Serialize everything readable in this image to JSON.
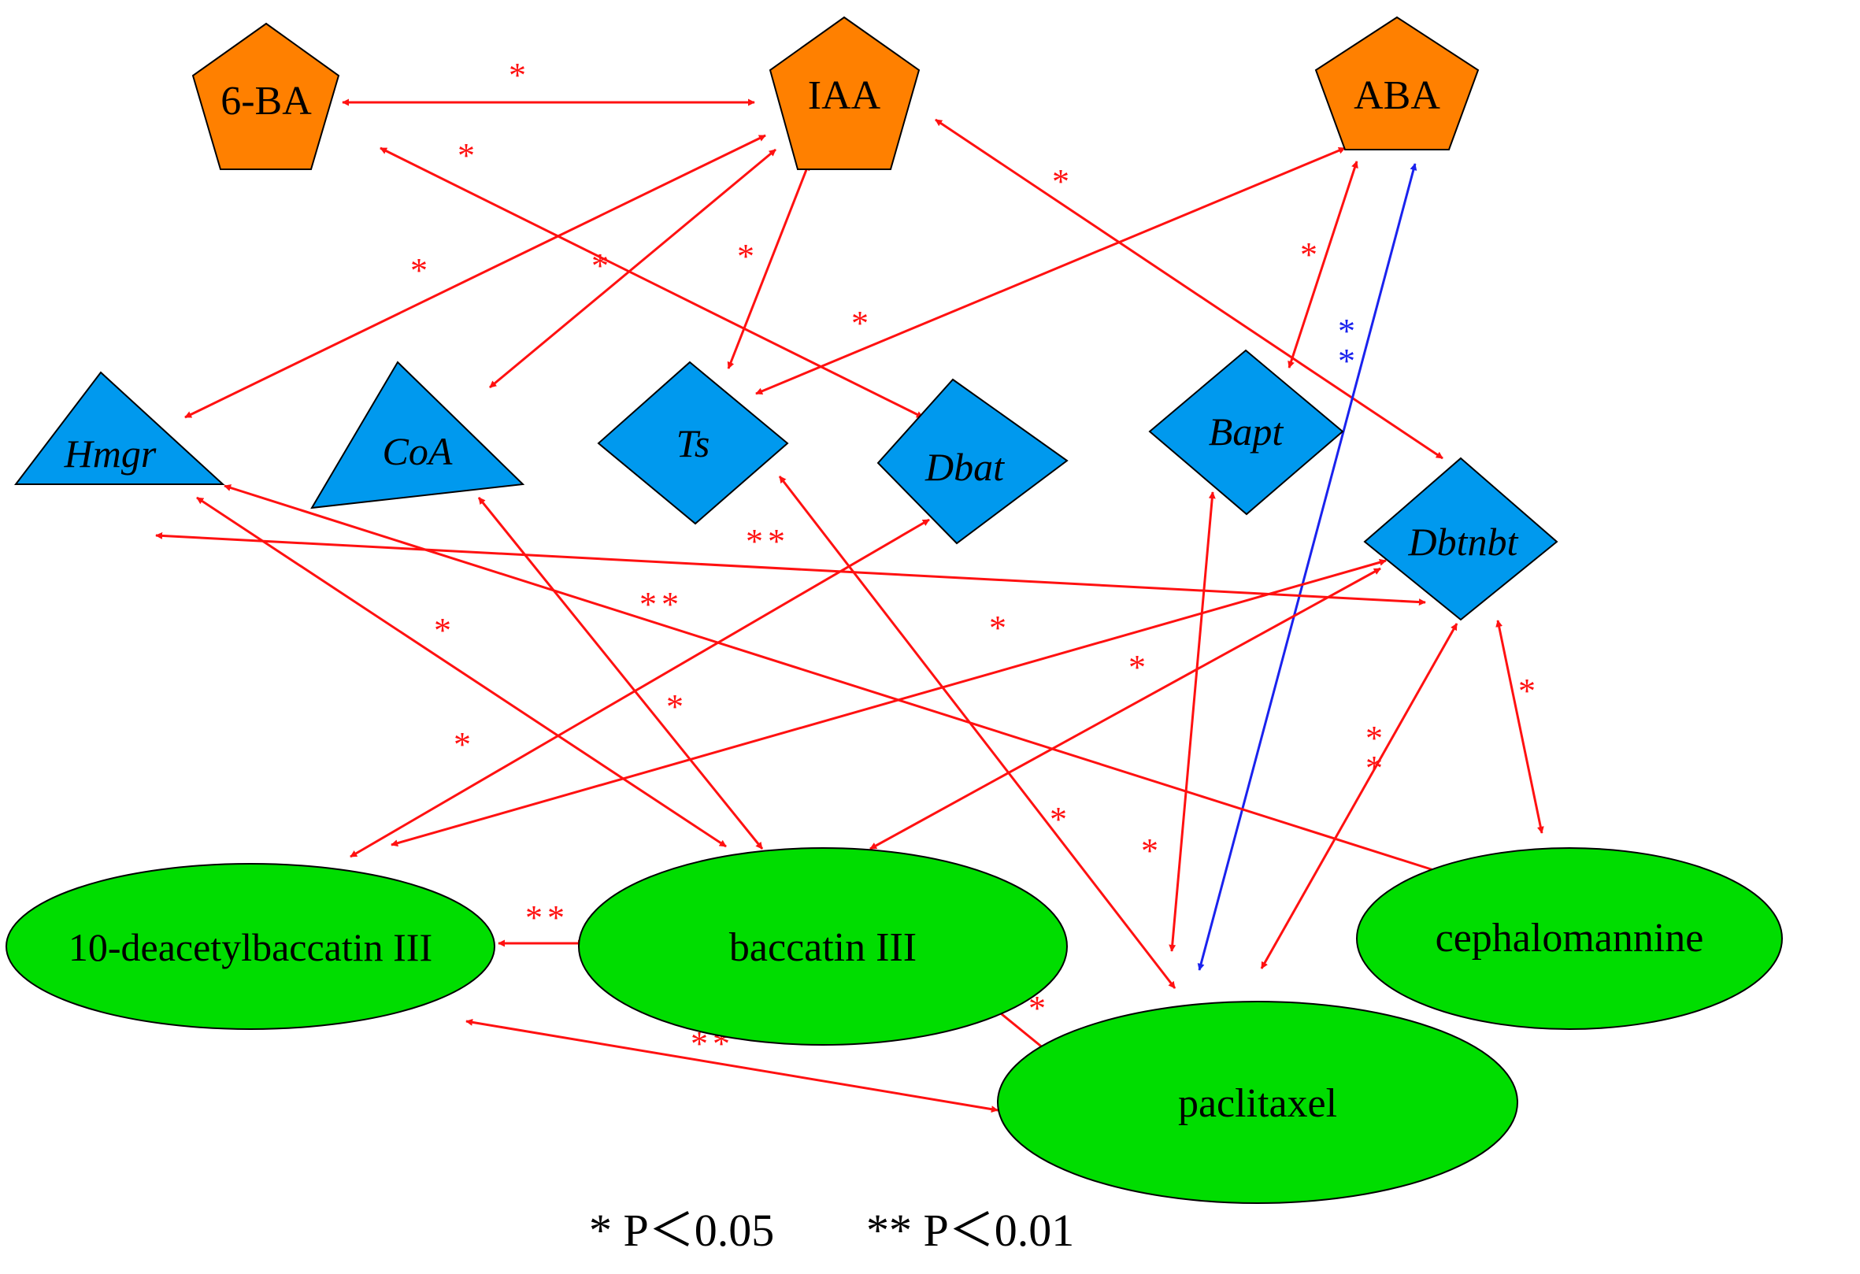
{
  "colors": {
    "hormone": "#ff8000",
    "gene": "#0099ee",
    "metabolite": "#00dd00",
    "positive": "#ff1111",
    "negative": "#1a22ee",
    "outline": "#000000"
  },
  "nodes": {
    "ba6": {
      "label": "6-BA",
      "kind": "hormone"
    },
    "iaa": {
      "label": "IAA",
      "kind": "hormone"
    },
    "aba": {
      "label": "ABA",
      "kind": "hormone"
    },
    "hmgr": {
      "label": "Hmgr",
      "kind": "gene"
    },
    "coa": {
      "label": "CoA",
      "kind": "gene"
    },
    "ts": {
      "label": "Ts",
      "kind": "gene"
    },
    "dbat": {
      "label": "Dbat",
      "kind": "gene"
    },
    "bapt": {
      "label": "Bapt",
      "kind": "gene"
    },
    "dbtnbt": {
      "label": "Dbtnbt",
      "kind": "gene"
    },
    "dab": {
      "label": "10-deacetylbaccatin III",
      "kind": "metabolite"
    },
    "bac": {
      "label": "baccatin III",
      "kind": "metabolite"
    },
    "cep": {
      "label": "cephalomannine",
      "kind": "metabolite"
    },
    "pac": {
      "label": "paclitaxel",
      "kind": "metabolite"
    }
  },
  "edges": [
    {
      "from": "ba6",
      "to": "iaa",
      "sig": "*",
      "sign": "positive"
    },
    {
      "from": "ba6",
      "to": "dbat",
      "sig": "*",
      "sign": "positive"
    },
    {
      "from": "iaa",
      "to": "hmgr",
      "sig": "*",
      "sign": "positive"
    },
    {
      "from": "iaa",
      "to": "coa",
      "sig": "*",
      "sign": "positive"
    },
    {
      "from": "iaa",
      "to": "ts",
      "sig": "*",
      "sign": "positive"
    },
    {
      "from": "iaa",
      "to": "dbtnbt",
      "sig": "*",
      "sign": "positive"
    },
    {
      "from": "aba",
      "to": "ts",
      "sig": "*",
      "sign": "positive"
    },
    {
      "from": "aba",
      "to": "bapt",
      "sig": "*",
      "sign": "positive"
    },
    {
      "from": "aba",
      "to": "pac",
      "sig": "**",
      "sign": "negative"
    },
    {
      "from": "hmgr",
      "to": "dbtnbt",
      "sig": "**",
      "sign": "positive"
    },
    {
      "from": "hmgr",
      "to": "bac",
      "sig": "*",
      "sign": "positive"
    },
    {
      "from": "hmgr",
      "to": "cep",
      "sig": "**",
      "sign": "positive"
    },
    {
      "from": "coa",
      "to": "bac",
      "sig": "*",
      "sign": "positive"
    },
    {
      "from": "ts",
      "to": "pac",
      "sig": "*",
      "sign": "positive"
    },
    {
      "from": "dbat",
      "to": "dab",
      "sig": "*",
      "sign": "positive"
    },
    {
      "from": "dbtnbt",
      "to": "dab",
      "sig": "*",
      "sign": "positive"
    },
    {
      "from": "dbtnbt",
      "to": "bac",
      "sig": "*",
      "sign": "positive"
    },
    {
      "from": "bapt",
      "to": "pac",
      "sig": "*",
      "sign": "positive"
    },
    {
      "from": "dbtnbt",
      "to": "pac",
      "sig": "**",
      "sign": "positive"
    },
    {
      "from": "dbtnbt",
      "to": "cep",
      "sig": "*",
      "sign": "positive"
    },
    {
      "from": "dab",
      "to": "bac",
      "sig": "**",
      "sign": "positive"
    },
    {
      "from": "dab",
      "to": "pac",
      "sig": "**",
      "sign": "positive"
    },
    {
      "from": "bac",
      "to": "pac",
      "sig": "*",
      "sign": "positive"
    }
  ],
  "legend": {
    "single": "* P＜0.05",
    "double": "** P＜0.01"
  }
}
